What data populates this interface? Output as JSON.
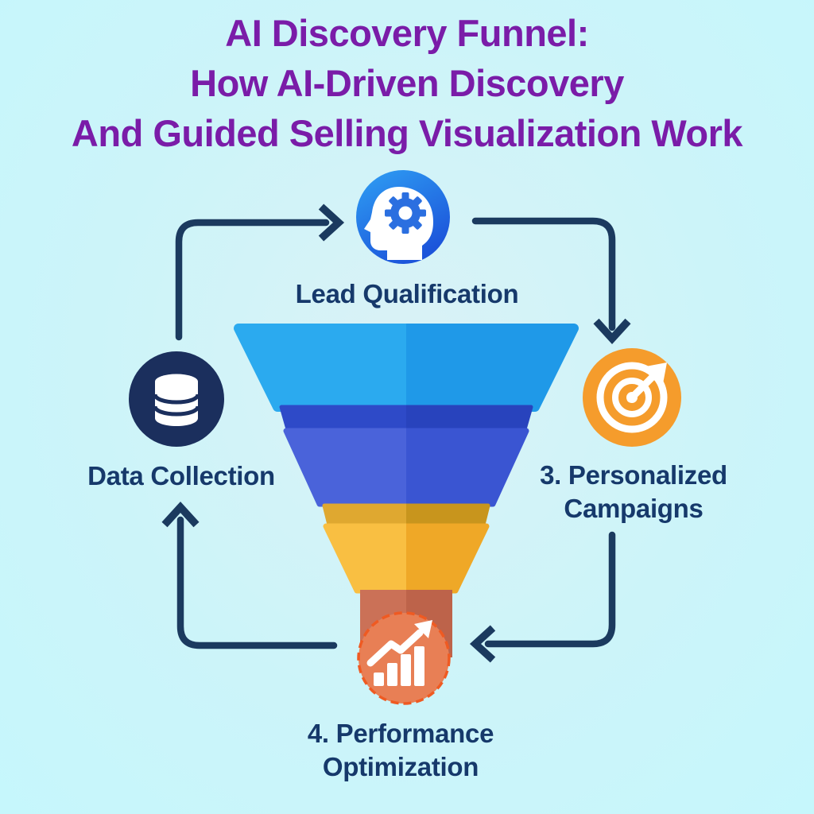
{
  "title": {
    "line1": "AI Discovery Funnel:",
    "line2": "How AI-Driven Discovery",
    "line3": "And Guided Selling Visualization Work"
  },
  "nodes": {
    "lead_qualification": {
      "label": "Lead Qualification",
      "icon": "head-with-gear-icon"
    },
    "personalized_campaigns": {
      "label_line1": "3. Personalized",
      "label_line2": "Campaigns",
      "icon": "target-arrow-icon"
    },
    "performance_optimization": {
      "label_line1": "4. Performance",
      "label_line2": "Optimization",
      "icon": "growth-bar-chart-icon"
    },
    "data_collection": {
      "label": "Data Collection",
      "icon": "database-icon"
    }
  },
  "flow_arrows": [
    {
      "from": "data-collection",
      "to": "lead-qualification"
    },
    {
      "from": "lead-qualification",
      "to": "personalized-campaigns"
    },
    {
      "from": "personalized-campaigns",
      "to": "performance-optimization"
    },
    {
      "from": "performance-optimization",
      "to": "data-collection"
    }
  ],
  "funnel": {
    "stage_count": 5,
    "has_spout": true
  },
  "colors": {
    "bg-center": "#daf2f6",
    "bg-mid": "#ccf4f9",
    "bg-edge": "#c6f7fc",
    "title": "#7a1ca8",
    "label": "#16396b",
    "arrow": "#1b3a5f",
    "node-top-1": "#2fa0f4",
    "node-top-2": "#1c54da",
    "gear": "#2b6fe0",
    "node-left": "#1b2f5d",
    "node-right": "#f59c2c",
    "node-bottom": "#e87f55",
    "node-bottom-border": "#ef5a22",
    "f1l": "#2baaef",
    "f1r": "#1f99e8",
    "f2l": "#2e4ac8",
    "f2r": "#2843bd",
    "f3l": "#4a63da",
    "f3r": "#3a55d2",
    "f4l": "#dfa830",
    "f4r": "#c8951d",
    "f5l": "#f9bf42",
    "f5r": "#efa827",
    "spoutl": "#cb7157",
    "spoutr": "#bd634a"
  }
}
